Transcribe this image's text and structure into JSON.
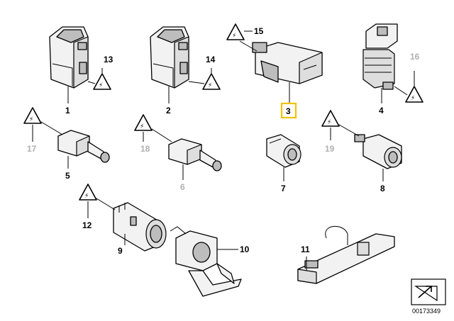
{
  "diagram": {
    "callouts": {
      "c1": "1",
      "c2": "2",
      "c3": "3",
      "c4": "4",
      "c5": "5",
      "c6": "6",
      "c7": "7",
      "c8": "8",
      "c9": "9",
      "c10": "10",
      "c11": "11",
      "c12": "12",
      "c13": "13",
      "c14": "14",
      "c15": "15",
      "c16": "16",
      "c17": "17",
      "c18": "18",
      "c19": "19"
    },
    "highlighted_callout": "3",
    "warning_symbol_glyph": "⚡",
    "document_number": "00173349",
    "colors": {
      "highlight": "#f2c200",
      "inactive_label": "#b0b0b0",
      "line": "#000000"
    }
  }
}
